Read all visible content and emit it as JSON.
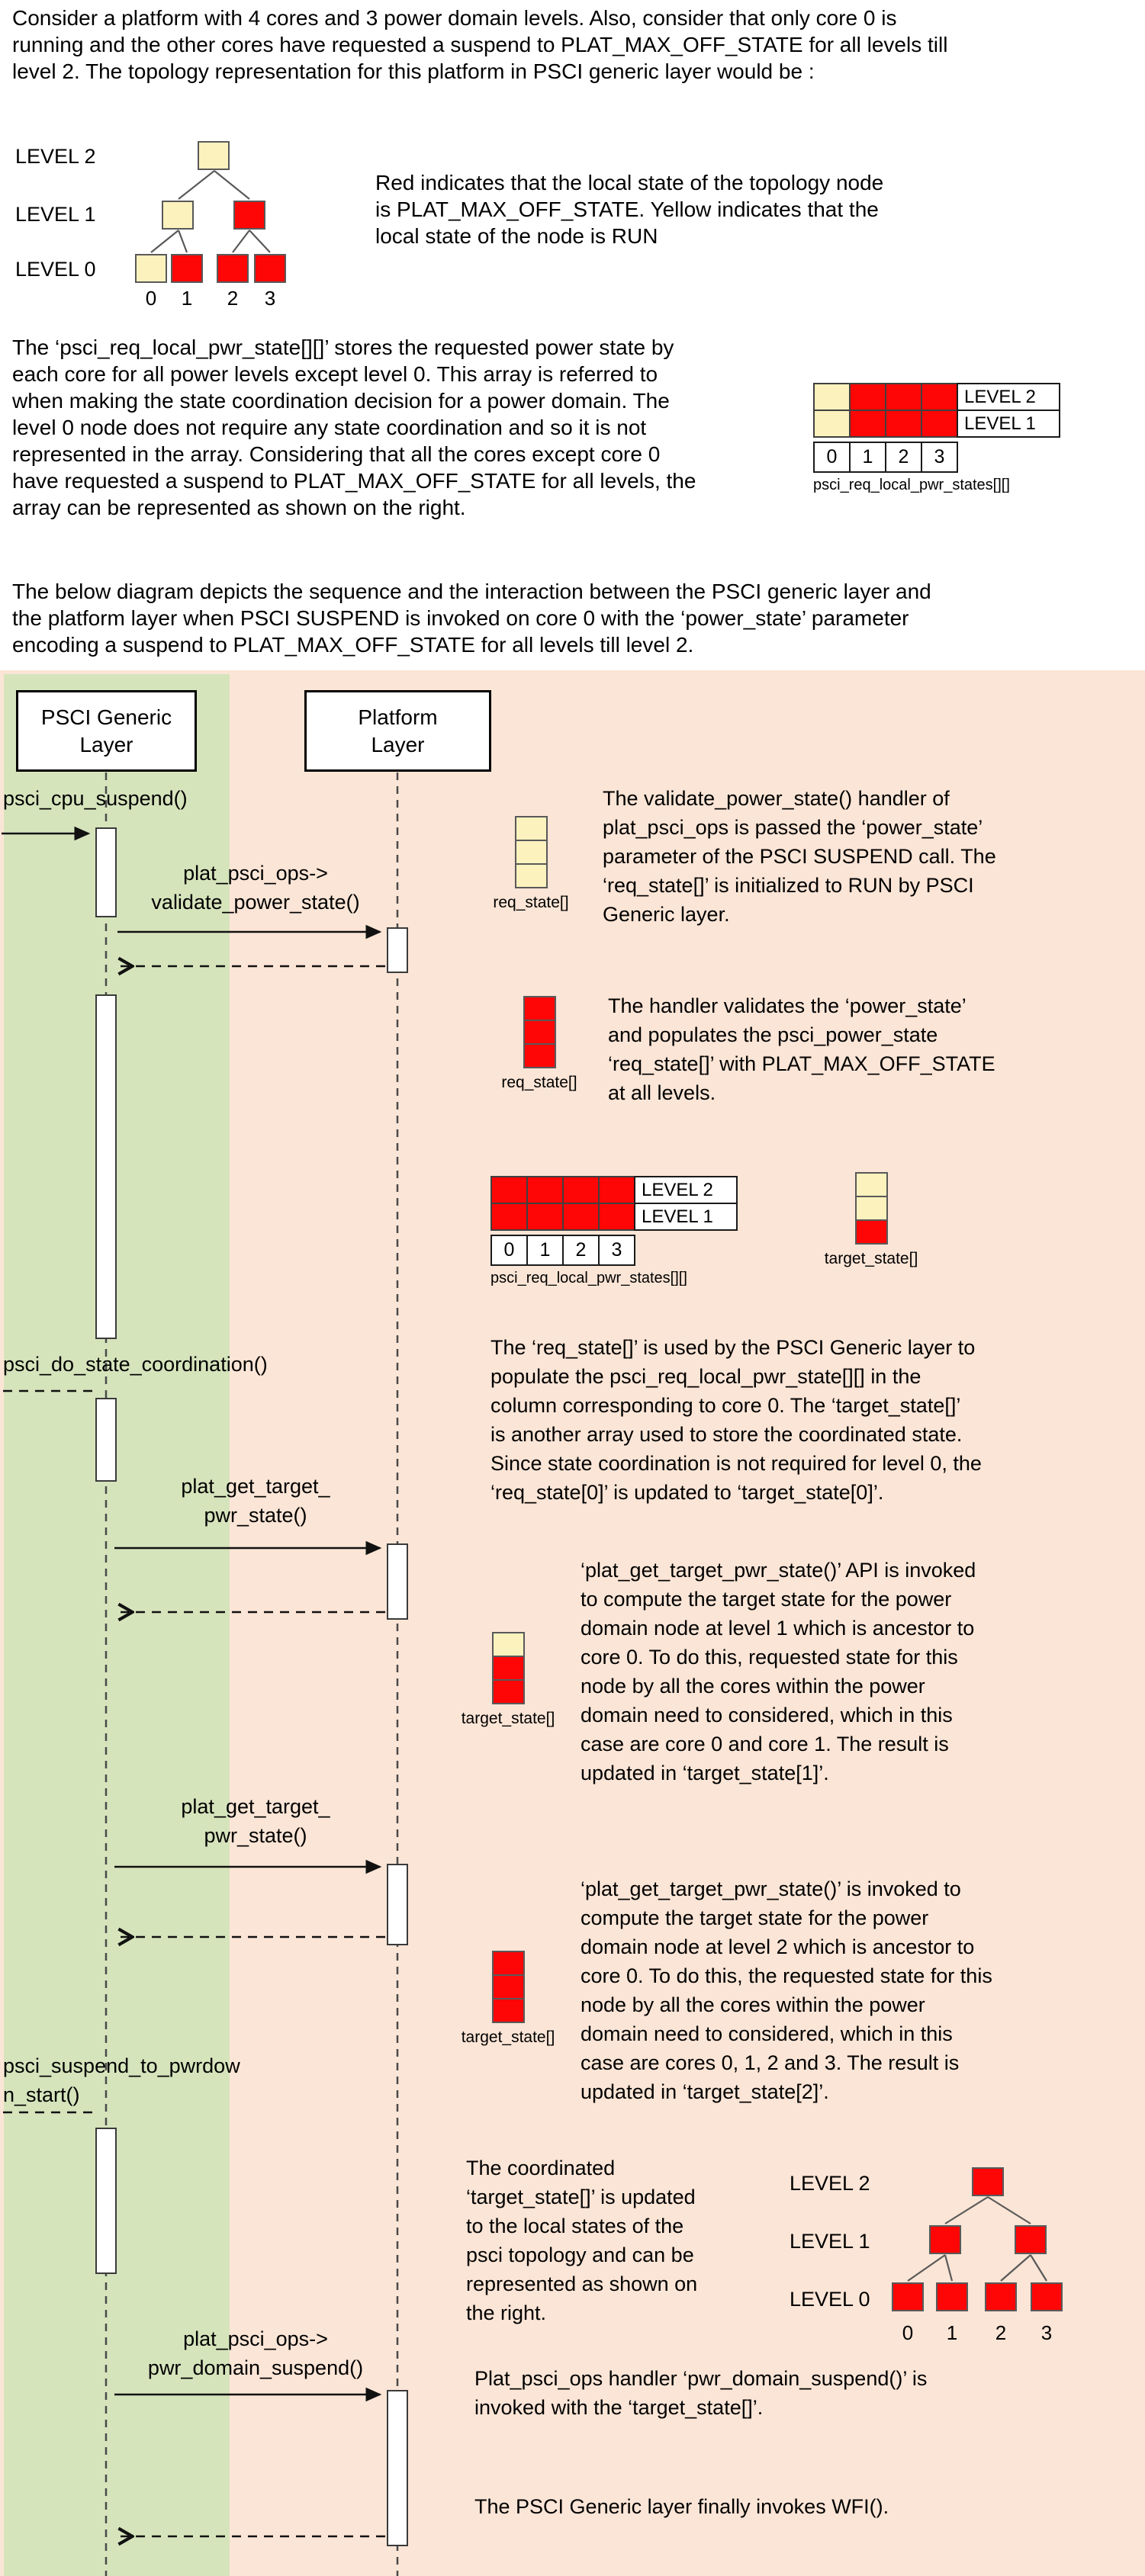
{
  "colors": {
    "run_yellow": "#FBF2BE",
    "off_red": "#FE0606",
    "platform_layer_bg": "#FBE5D6",
    "generic_layer_bg": "#D6E4BC"
  },
  "intro": {
    "para1": "Consider a platform with 4 cores and 3 power domain levels. Also, consider that only core 0 is\nrunning and the other cores have requested a suspend to PLAT_MAX_OFF_STATE for all levels till\nlevel 2. The topology representation for this platform in PSCI generic layer would be :",
    "legend": "Red indicates that the local state of the topology node\nis PLAT_MAX_OFF_STATE. Yellow indicates that the\nlocal state of the node is RUN",
    "para2": "The ‘psci_req_local_pwr_state[][]’ stores the requested power state by\neach core for all power levels except level 0. This array is referred to\nwhen making the state coordination decision for a power domain. The\nlevel 0 node does not require any state coordination and so it is not\nrepresented in the array. Considering that all the cores except core 0\nhave requested a suspend to PLAT_MAX_OFF_STATE for all levels, the\narray can be represented as shown on the right.",
    "para3": "The below diagram depicts the sequence and the interaction between the PSCI generic layer and\nthe platform layer when PSCI SUSPEND is invoked on core 0 with the ‘power_state’ parameter\nencoding a suspend to PLAT_MAX_OFF_STATE for all levels till level 2."
  },
  "topology_top": {
    "level_labels": [
      "LEVEL 2",
      "LEVEL 1",
      "LEVEL 0"
    ],
    "core_labels": [
      "0",
      "1",
      "2",
      "3"
    ],
    "level2": [
      "yellow"
    ],
    "level1": [
      "yellow",
      "red"
    ],
    "level0": [
      "yellow",
      "red",
      "red",
      "red"
    ]
  },
  "req_table_initial": {
    "rows": [
      [
        "yellow",
        "red",
        "red",
        "red"
      ],
      [
        "yellow",
        "red",
        "red",
        "red"
      ]
    ],
    "row_labels": [
      "LEVEL 2",
      "LEVEL 1"
    ],
    "col_labels": [
      "0",
      "1",
      "2",
      "3"
    ],
    "caption": "psci_req_local_pwr_states[][]"
  },
  "sequence": {
    "lifelines": [
      {
        "title": "PSCI Generic\nLayer"
      },
      {
        "title": "Platform\nLayer"
      }
    ],
    "messages": {
      "cpu_suspend": "psci_cpu_suspend()",
      "validate_power_state": "plat_psci_ops->\nvalidate_power_state()",
      "do_state_coordination": "psci_do_state_coordination()",
      "get_target_pwr_state_1": "plat_get_target_\npwr_state()",
      "get_target_pwr_state_2": "plat_get_target_\npwr_state()",
      "suspend_to_pwrdown": "psci_suspend_to_pwrdow\nn_start()",
      "pwr_domain_suspend": "plat_psci_ops->\npwr_domain_suspend()"
    },
    "arrays": {
      "req_state_run": {
        "label": "req_state[]",
        "cells": [
          "yellow",
          "yellow",
          "yellow"
        ]
      },
      "req_state_off": {
        "label": "req_state[]",
        "cells": [
          "red",
          "red",
          "red"
        ]
      },
      "target_state_l0": {
        "label": "target_state[]",
        "cells": [
          "yellow",
          "yellow",
          "red"
        ]
      },
      "target_state_l1": {
        "label": "target_state[]",
        "cells": [
          "yellow",
          "red",
          "red"
        ]
      },
      "target_state_l2": {
        "label": "target_state[]",
        "cells": [
          "red",
          "red",
          "red"
        ]
      }
    },
    "req_table_updated": {
      "rows": [
        [
          "red",
          "red",
          "red",
          "red"
        ],
        [
          "red",
          "red",
          "red",
          "red"
        ]
      ],
      "row_labels": [
        "LEVEL 2",
        "LEVEL 1"
      ],
      "col_labels": [
        "0",
        "1",
        "2",
        "3"
      ],
      "caption": "psci_req_local_pwr_states[][]"
    },
    "annotations": {
      "a1": "The validate_power_state() handler of\nplat_psci_ops is passed the ‘power_state’\nparameter of the PSCI SUSPEND call. The\n‘req_state[]’ is initialized to RUN by PSCI\nGeneric layer.",
      "a2": "The handler validates the ‘power_state’\nand populates the psci_power_state\n‘req_state[]’ with PLAT_MAX_OFF_STATE\nat all levels.",
      "a3": "The ‘req_state[]’ is used by the PSCI Generic layer to\npopulate the psci_req_local_pwr_state[][] in the\ncolumn corresponding to core 0. The ‘target_state[]’\nis another array used to store the coordinated state.\nSince state coordination is not required for level 0, the\n‘req_state[0]’ is updated to ‘target_state[0]’.",
      "a4": "‘plat_get_target_pwr_state()’ API is invoked\nto compute the target state for the power\ndomain node at level 1 which is ancestor to\ncore 0. To do this, requested state for this\nnode by all the cores within the power\ndomain need to considered, which in this\ncase are core 0 and core 1. The result is\nupdated in ‘target_state[1]’.",
      "a5": "‘plat_get_target_pwr_state()’ is invoked to\ncompute the target state for the power\ndomain node at level 2 which is ancestor to\ncore 0. To do this, the requested state for this\nnode by all the cores within the power\ndomain need to considered, which in this\ncase are cores 0, 1, 2 and 3. The result is\nupdated in ‘target_state[2]’.",
      "a6": "The coordinated\n‘target_state[]’ is updated\nto the local states of the\npsci topology and can be\nrepresented as shown on\nthe right.",
      "a7": "Plat_psci_ops handler ‘pwr_domain_suspend()’ is\ninvoked with the ‘target_state[]’.",
      "a8": "The PSCI Generic layer finally invokes WFI()."
    },
    "topology_final": {
      "level_labels": [
        "LEVEL 2",
        "LEVEL 1",
        "LEVEL 0"
      ],
      "core_labels": [
        "0",
        "1",
        "2",
        "3"
      ],
      "level2": [
        "red"
      ],
      "level1": [
        "red",
        "red"
      ],
      "level0": [
        "red",
        "red",
        "red",
        "red"
      ]
    }
  }
}
